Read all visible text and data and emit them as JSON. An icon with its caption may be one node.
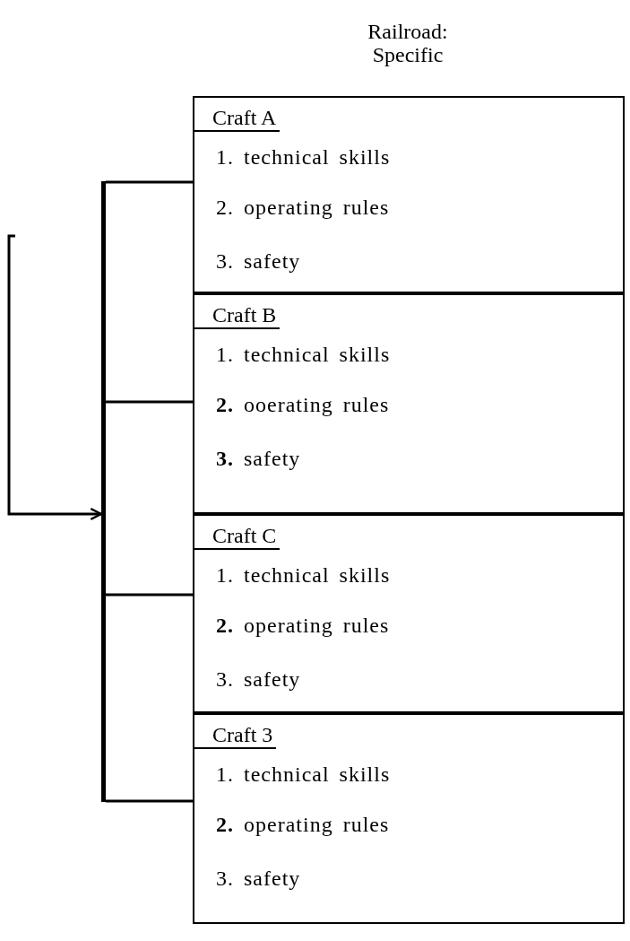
{
  "diagram": {
    "title": "Railroad: Specific",
    "nodes": [
      {
        "text": [
          "Craft A",
          "1. technical skills",
          "2. operating rules",
          "3. safety"
        ]
      },
      {
        "text": [
          "Craft B",
          "1. technical skills",
          "**2.** ooerating rules",
          "**3.** safety"
        ]
      },
      {
        "text": [
          "Craft C",
          "1. technical skills",
          "**2.** operating rules",
          "3. safety"
        ]
      },
      {
        "text": [
          "Craft 3",
          "1. technical skills",
          "**2.** operating rules",
          "3. safety"
        ]
      },
      {
        "text": [],
        "shape": "bar"
      }
    ],
    "edges": [
      {
        "from": 4,
        "to": 0,
        "arrow": "none"
      },
      {
        "from": 4,
        "to": 1,
        "arrow": "none"
      },
      {
        "from": 4,
        "to": 2,
        "arrow": "none"
      },
      {
        "from": 4,
        "to": 3,
        "arrow": "none"
      },
      {
        "from": null,
        "to": 4,
        "arrow": "to"
      }
    ]
  }
}
